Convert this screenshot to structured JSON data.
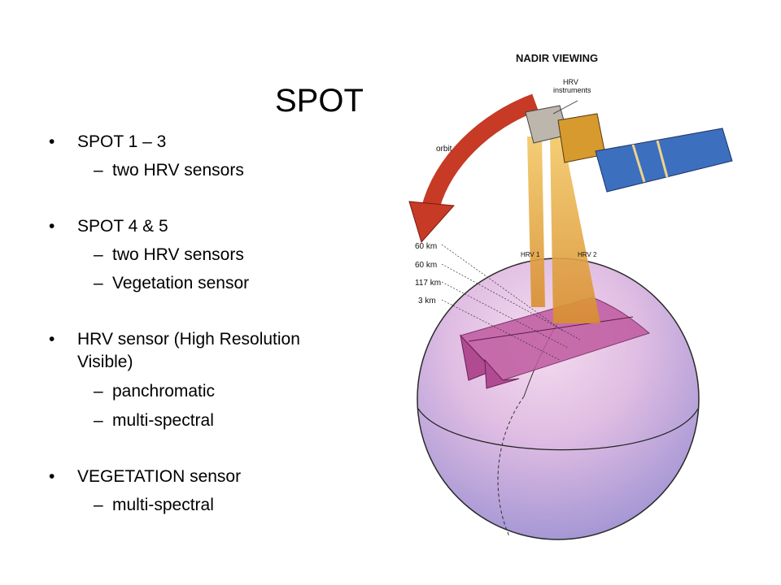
{
  "slide": {
    "title": "SPOT",
    "bullets": [
      {
        "text": "SPOT 1 – 3",
        "subs": [
          "two HRV sensors"
        ]
      },
      {
        "text": "SPOT 4 & 5",
        "subs": [
          "two HRV sensors",
          "Vegetation sensor"
        ]
      },
      {
        "text": "HRV sensor  (High Resolution",
        "text2": "Visible)",
        "subs": [
          "panchromatic",
          "multi-spectral"
        ]
      },
      {
        "text": "VEGETATION sensor",
        "subs": [
          "multi-spectral"
        ]
      }
    ]
  },
  "figure": {
    "heading": "NADIR VIEWING",
    "instrument_label_1": "HRV",
    "instrument_label_2": "instruments",
    "orbit_label": "orbit",
    "hrv1_label": "HRV 1",
    "hrv2_label": "HRV 2",
    "swath_labels": [
      "60 km",
      "60 km",
      "117 km",
      "3 km"
    ],
    "colors": {
      "sphere_top": "#e8c6e6",
      "sphere_bottom": "#a99bd6",
      "beam": "#e3a83e",
      "arrow": "#d9412c",
      "panel": "#3d6fbf",
      "swath": "#b8478f"
    }
  }
}
